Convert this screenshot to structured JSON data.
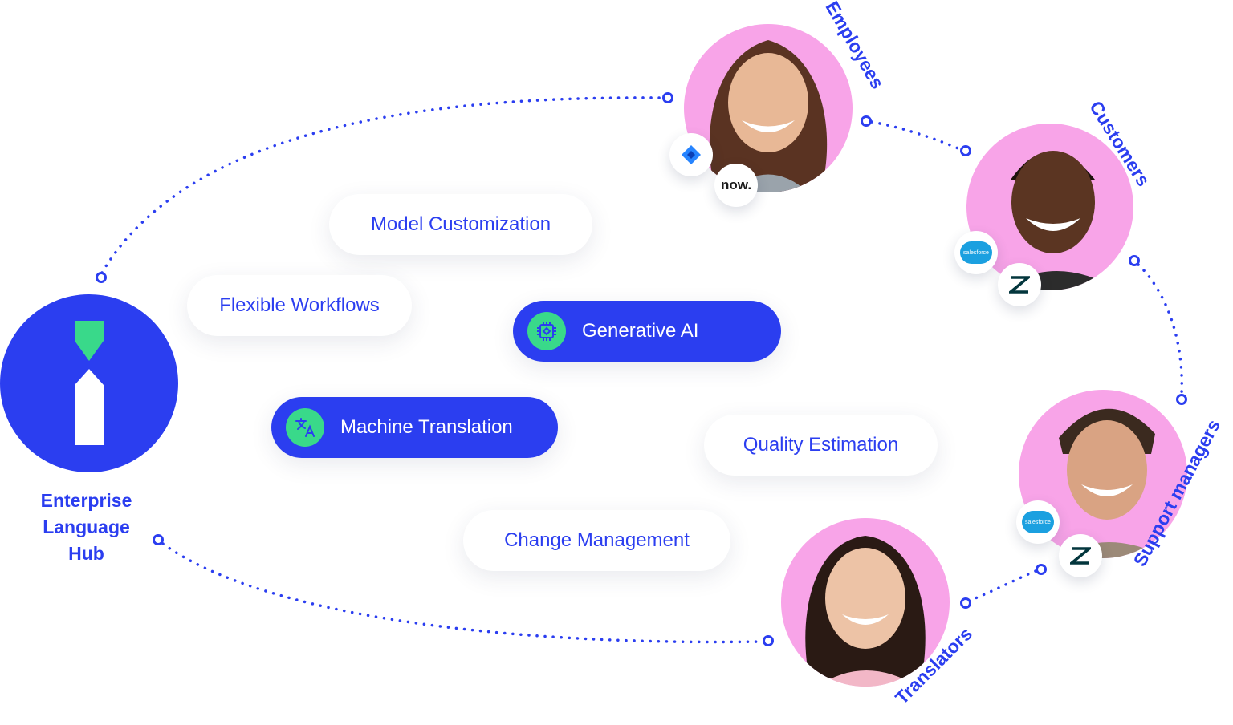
{
  "hub": {
    "label_lines": [
      "Enterprise",
      "Language",
      "Hub"
    ]
  },
  "capabilities": [
    {
      "label": "Model Customization",
      "highlighted": false
    },
    {
      "label": "Flexible Workflows",
      "highlighted": false
    },
    {
      "label": "Generative AI",
      "highlighted": true,
      "icon": "chip-icon"
    },
    {
      "label": "Machine Translation",
      "highlighted": true,
      "icon": "translate-icon"
    },
    {
      "label": "Quality Estimation",
      "highlighted": false
    },
    {
      "label": "Change Management",
      "highlighted": false
    }
  ],
  "personas": [
    {
      "label": "Employees",
      "badges": [
        "jira-icon",
        "servicenow-icon"
      ],
      "badge_text": [
        "",
        "now."
      ]
    },
    {
      "label": "Customers",
      "badges": [
        "salesforce-icon",
        "zendesk-icon"
      ],
      "badge_text": [
        "salesforce",
        ""
      ]
    },
    {
      "label": "Support managers",
      "badges": [
        "salesforce-icon",
        "zendesk-icon"
      ],
      "badge_text": [
        "salesforce",
        ""
      ]
    },
    {
      "label": "Translators",
      "badges": [],
      "badge_text": []
    }
  ],
  "colors": {
    "brand_blue": "#2b3ef0",
    "accent_green": "#39d98a",
    "avatar_pink": "#f8a4e8",
    "pill_white": "#ffffff"
  }
}
